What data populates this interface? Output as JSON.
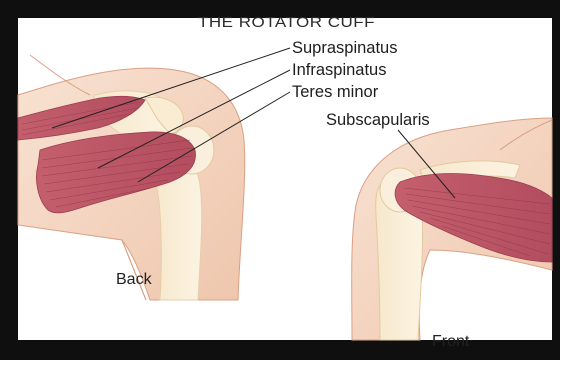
{
  "title": "THE ROTATOR CUFF",
  "labels": {
    "supraspinatus": "Supraspinatus",
    "infraspinatus": "Infraspinatus",
    "teres_minor": "Teres minor",
    "subscapularis": "Subscapularis"
  },
  "views": {
    "back": "Back",
    "front": "Front"
  },
  "colors": {
    "frame": "#0f0f0f",
    "skin": "#f4d7c3",
    "skin_dark": "#e8b89b",
    "bone": "#fbf0d9",
    "muscle": "#c7616f",
    "muscle_dark": "#9b3d4e",
    "leader_line": "#222222"
  }
}
